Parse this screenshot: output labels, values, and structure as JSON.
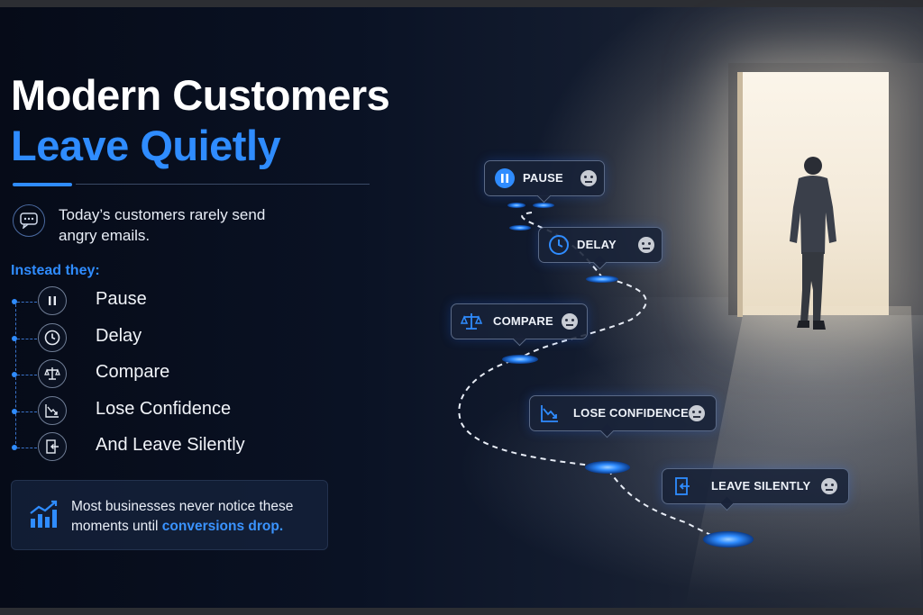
{
  "headline": {
    "line1": "Modern Customers",
    "line2": "Leave Quietly"
  },
  "intro": {
    "icon": "chat-bubble-icon",
    "text": "Today’s customers rarely send angry emails."
  },
  "instead_label": "Instead they:",
  "steps": [
    {
      "label": "Pause",
      "icon": "pause-icon"
    },
    {
      "label": "Delay",
      "icon": "clock-icon"
    },
    {
      "label": "Compare",
      "icon": "scale-icon"
    },
    {
      "label": "Lose Confidence",
      "icon": "trend-down-icon"
    },
    {
      "label": "And Leave Silently",
      "icon": "exit-door-icon"
    }
  ],
  "note": {
    "icon": "bar-chart-up-icon",
    "text": "Most businesses never notice these moments until ",
    "highlight": "conversions drop."
  },
  "journey_cards": [
    {
      "label": "PAUSE",
      "icon": "pause-icon"
    },
    {
      "label": "DELAY",
      "icon": "clock-icon"
    },
    {
      "label": "COMPARE",
      "icon": "scale-icon"
    },
    {
      "label": "LOSE CONFIDENCE",
      "icon": "trend-down-icon"
    },
    {
      "label": "LEAVE SILENTLY",
      "icon": "exit-door-icon"
    }
  ],
  "colors": {
    "accent": "#2f8cff",
    "background": "#0a1224",
    "text": "#ffffff"
  }
}
